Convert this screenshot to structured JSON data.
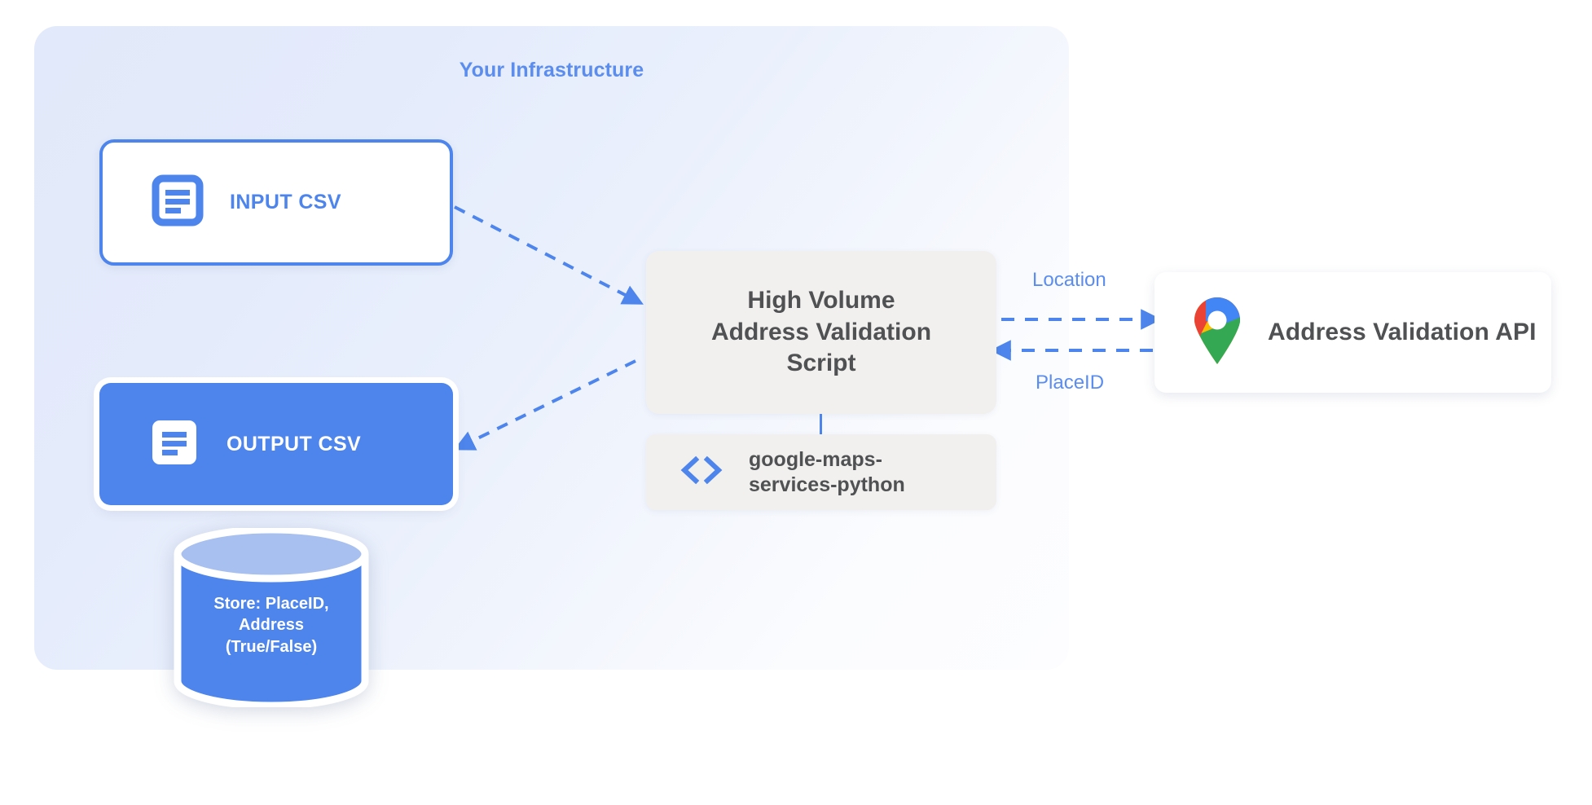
{
  "panel": {
    "title": "Your Infrastructure"
  },
  "nodes": {
    "input_csv": {
      "label": "INPUT CSV",
      "icon": "document-icon"
    },
    "output_csv": {
      "label": "OUTPUT CSV",
      "icon": "document-icon"
    },
    "script": {
      "label": "High Volume\nAddress Validation\nScript"
    },
    "library": {
      "label": "google-maps-\nservices-python",
      "icon": "code-brackets-icon"
    },
    "api": {
      "label": "Address Validation API",
      "icon": "google-maps-pin-icon"
    },
    "database": {
      "label": "Store: PlaceID,\nAddress\n(True/False)",
      "icon": "database-cylinder-icon"
    }
  },
  "connections": [
    {
      "id": "input-to-script",
      "from": "input_csv",
      "to": "script",
      "label": "",
      "style": "dashed"
    },
    {
      "id": "script-to-output",
      "from": "script",
      "to": "output_csv",
      "label": "",
      "style": "dashed"
    },
    {
      "id": "script-to-api",
      "from": "script",
      "to": "api",
      "label": "Location",
      "style": "dashed"
    },
    {
      "id": "api-to-script",
      "from": "api",
      "to": "script",
      "label": "PlaceID",
      "style": "dashed"
    },
    {
      "id": "script-to-library",
      "from": "script",
      "to": "library",
      "label": "",
      "style": "solid"
    }
  ],
  "labels": {
    "location": "Location",
    "placeid": "PlaceID"
  },
  "colors": {
    "accent_blue": "#4d85ec",
    "label_blue": "#5b8def",
    "panel_bg": "#e3eafb",
    "card_gray": "#f1f0ee",
    "text_gray": "#4f5153",
    "db_body": "#4d85ec",
    "db_top": "#a7c0f0",
    "pin_blue": "#4285f4",
    "pin_red": "#ea4335",
    "pin_yellow": "#fbbc04",
    "pin_green": "#34a853"
  }
}
